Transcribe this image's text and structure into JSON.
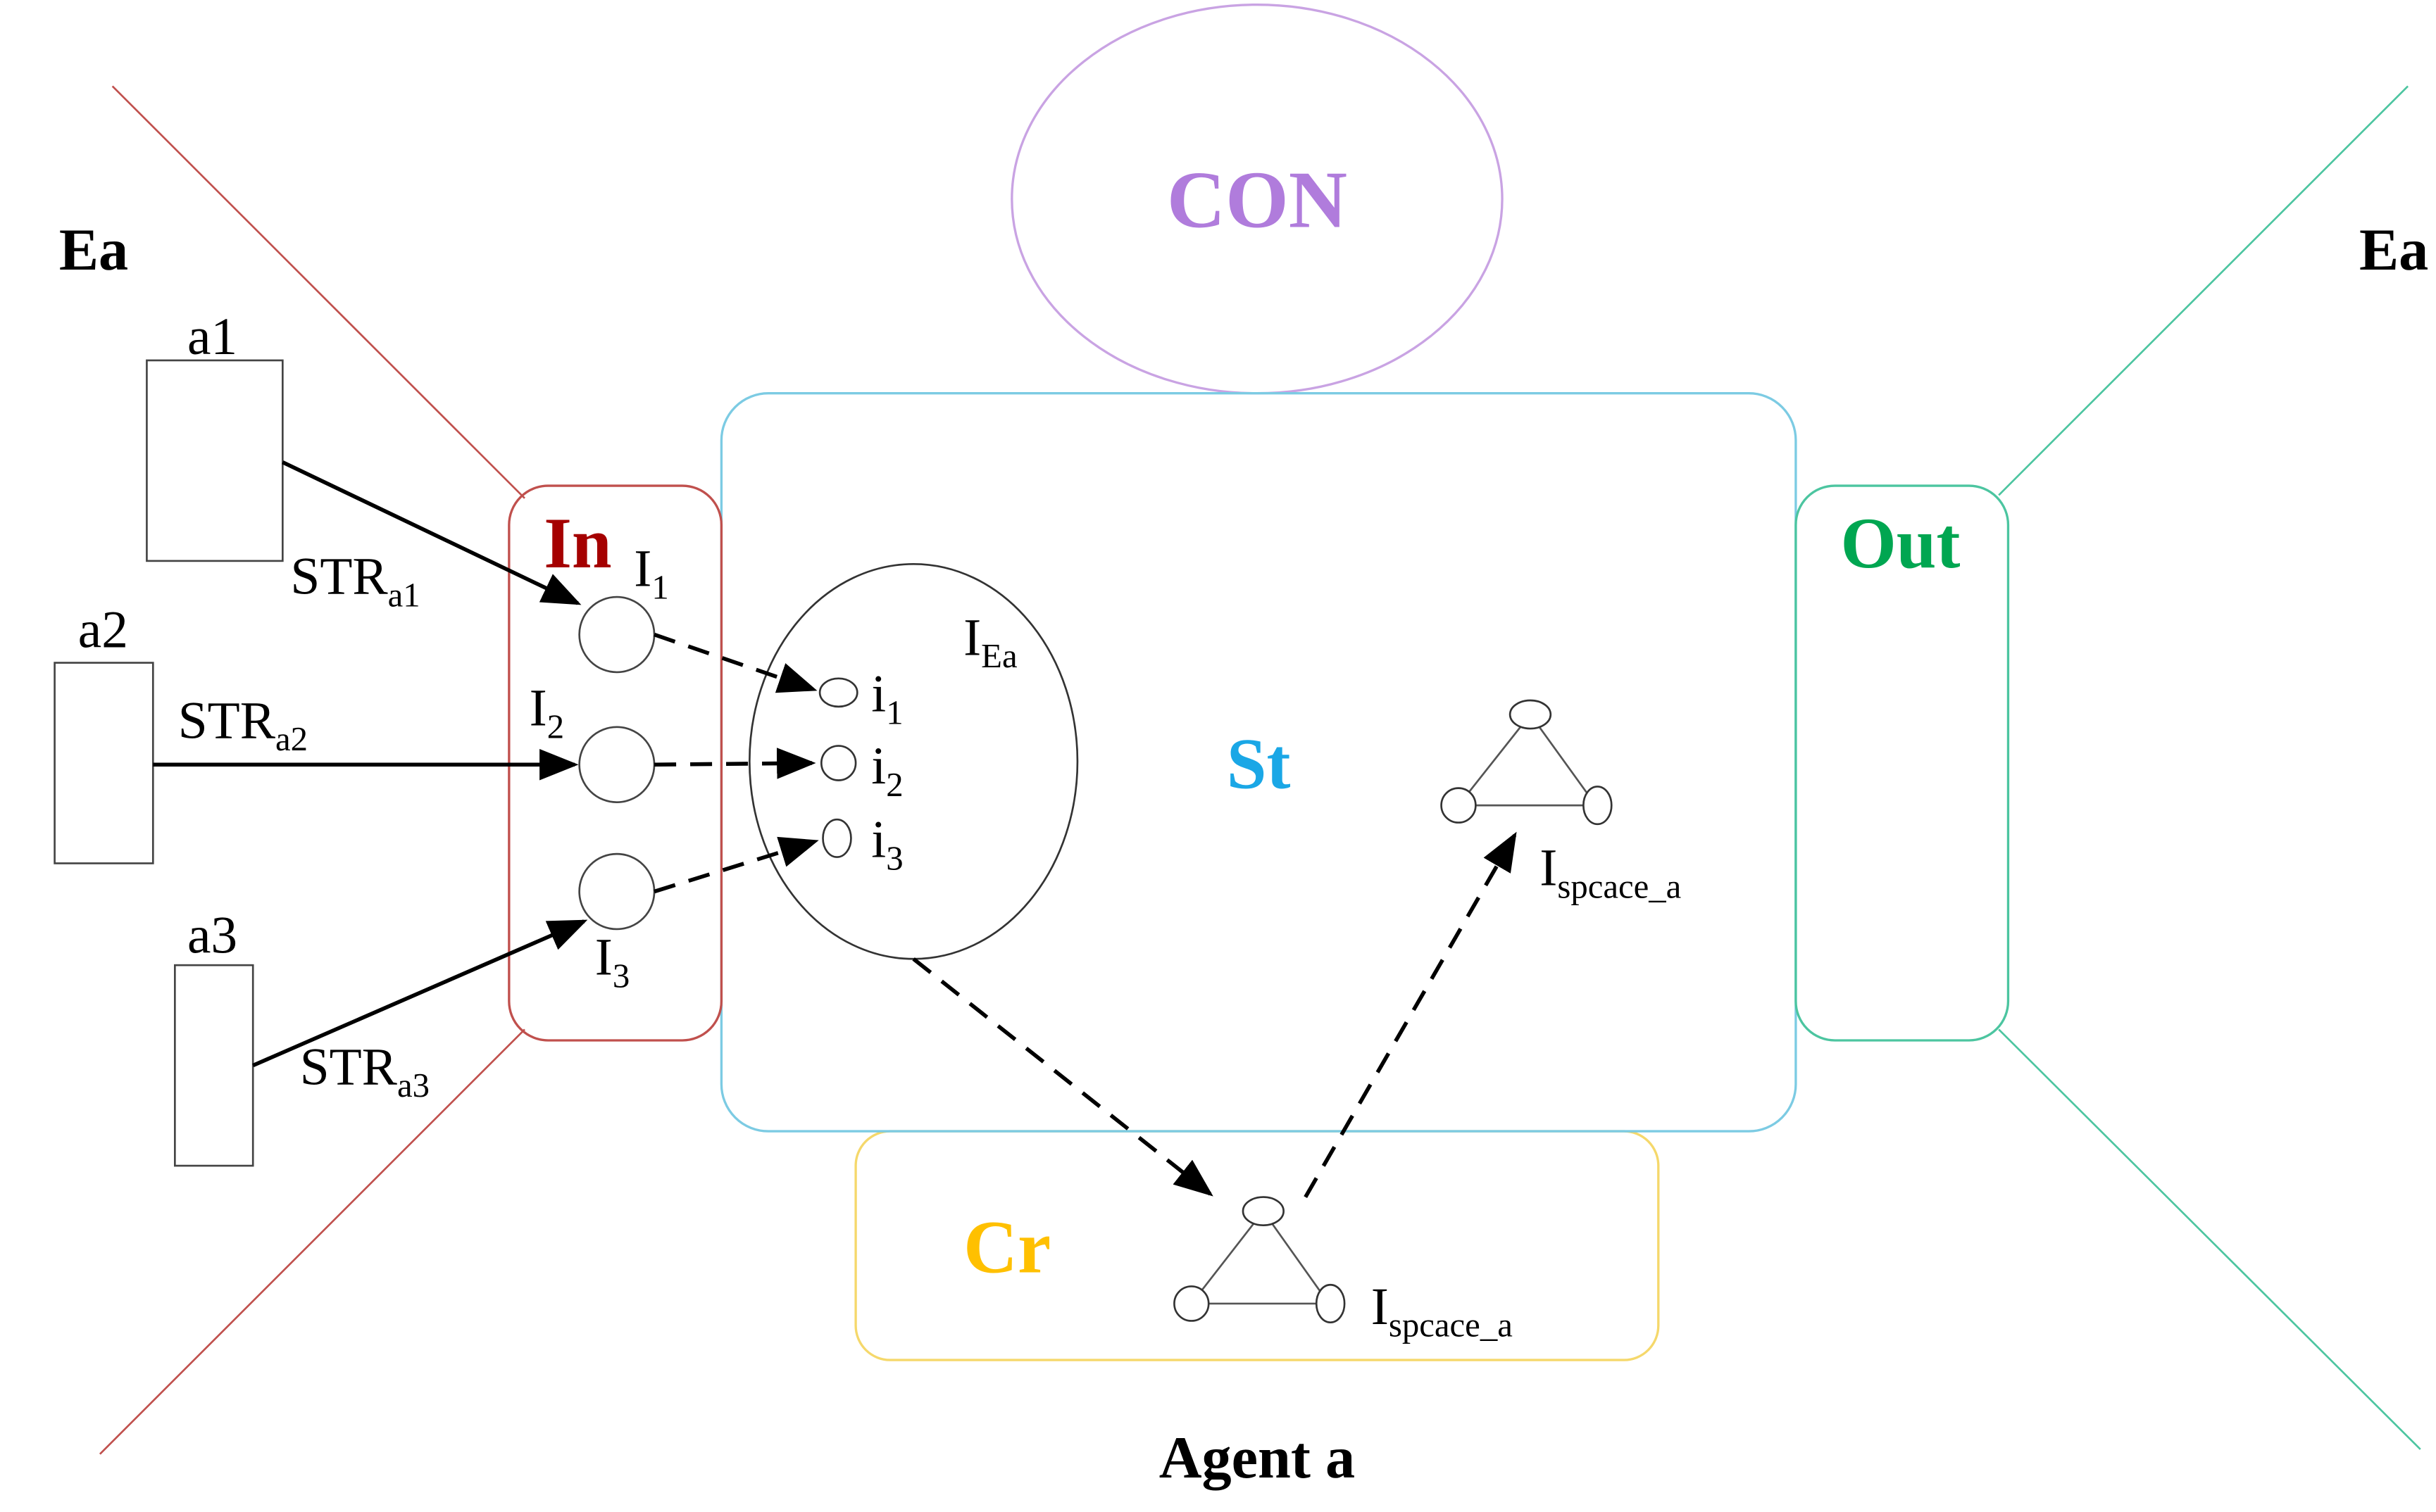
{
  "environment": {
    "left_label": "Ea",
    "right_label": "Ea"
  },
  "con": {
    "label": "CON"
  },
  "in_module": {
    "label": "In"
  },
  "out_module": {
    "label": "Out"
  },
  "st_module": {
    "label": "St"
  },
  "cr_module": {
    "label": "Cr"
  },
  "agent": {
    "label": "Agent a"
  },
  "sources": [
    {
      "label": "a1",
      "stream": {
        "base": "STR",
        "sub": "a1"
      }
    },
    {
      "label": "a2",
      "stream": {
        "base": "STR",
        "sub": "a2"
      }
    },
    {
      "label": "a3",
      "stream": {
        "base": "STR",
        "sub": "a3"
      }
    }
  ],
  "inputs": [
    {
      "base": "I",
      "sub": "1"
    },
    {
      "base": "I",
      "sub": "2"
    },
    {
      "base": "I",
      "sub": "3"
    }
  ],
  "internal_set": {
    "label": {
      "base": "I",
      "sub": "Ea"
    },
    "items": [
      {
        "base": "i",
        "sub": "1"
      },
      {
        "base": "i",
        "sub": "2"
      },
      {
        "base": "i",
        "sub": "3"
      }
    ]
  },
  "space_label_st": {
    "base": "I",
    "sub": "spcace_a"
  },
  "space_label_cr": {
    "base": "I",
    "sub": "spcace_a"
  },
  "colors": {
    "in": "#a50000",
    "in_line": "#c0504d",
    "out": "#00a651",
    "out_line": "#4cc5a0",
    "st": "#1aa7e6",
    "st_line": "#7ccbe3",
    "cr": "#ffc000",
    "cr_line": "#f5d86b",
    "con": "#b07cdc",
    "con_line": "#c9a3e3"
  }
}
